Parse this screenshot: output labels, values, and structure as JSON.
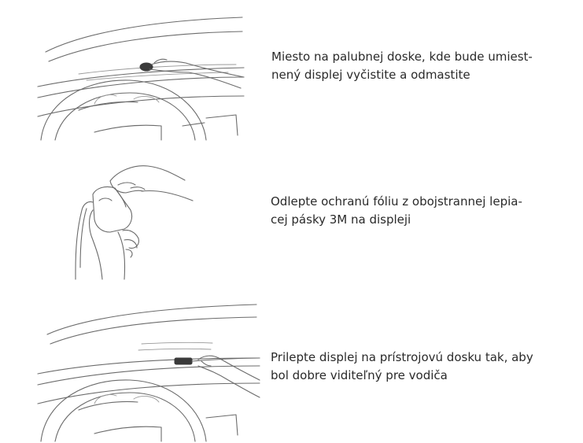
{
  "steps": [
    {
      "text": "Miesto na palubnej doske, kde bude umiest-\nnený displej vyčistite a odmastite"
    },
    {
      "text": "Odlepte ochranú fóliu z obojstrannej lepia-\ncej pásky 3M na displeji"
    },
    {
      "text": "Prilepte displej na prístrojovú dosku tak, aby\nbol dobre viditeľný pre vodiča"
    }
  ],
  "colors": {
    "text": "#2a2a2a",
    "line": "#6b6b6b"
  }
}
